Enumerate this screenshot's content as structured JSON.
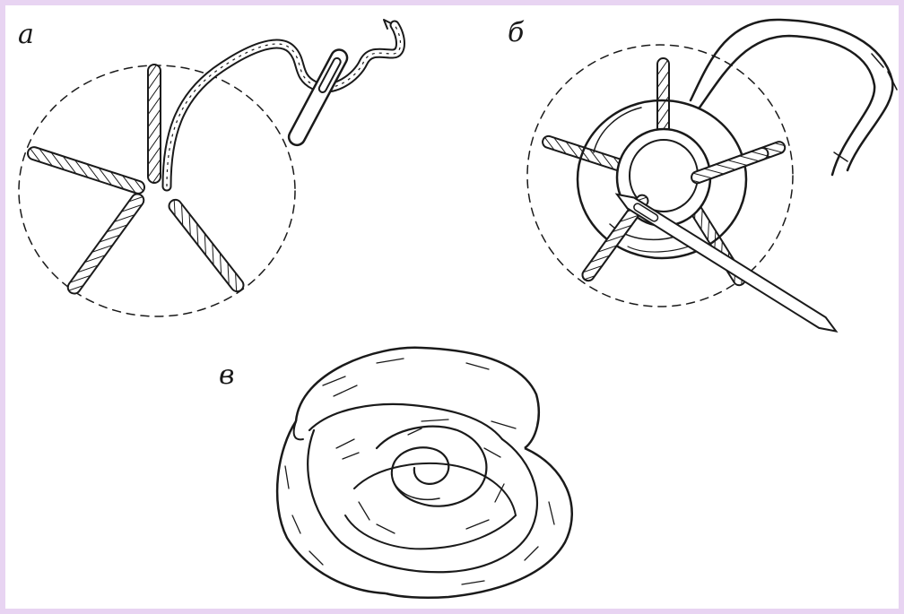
{
  "figure": {
    "panels": [
      {
        "id": "a",
        "label": "а"
      },
      {
        "id": "b",
        "label": "б"
      },
      {
        "id": "v",
        "label": "в"
      }
    ]
  },
  "colors": {
    "frame_border": "#E8D4F2",
    "background": "#FFFFFF",
    "ink": "#1a1a1a"
  }
}
